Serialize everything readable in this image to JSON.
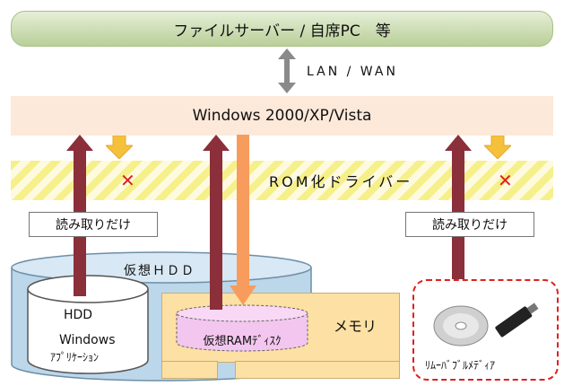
{
  "top_banner": {
    "label": "ファイルサーバー / 自席PC　等"
  },
  "network": {
    "label": "LAN / WAN"
  },
  "os_band": {
    "label": "Windows 2000/XP/Vista"
  },
  "rom_band": {
    "label": "ROM化ドライバー"
  },
  "read_only_left": {
    "label": "読み取りだけ"
  },
  "read_only_right": {
    "label": "読み取りだけ"
  },
  "virtual_hdd": {
    "label": "仮想ＨＤＤ"
  },
  "hdd": {
    "label": "HDD",
    "os_label": "Windows",
    "app_label": "ｱﾌﾟﾘｹｰｼｮﾝ"
  },
  "ram_disk": {
    "label": "仮想RAMﾃﾞｨｽｸ"
  },
  "memory": {
    "label": "メモリ"
  },
  "removable_media": {
    "label": "ﾘﾑｰﾊﾞﾌﾞﾙﾒﾃﾞｨｱ"
  },
  "colors": {
    "read_arrow": "#8b2f3a",
    "write_arrow": "#f79c5c",
    "blocked_arrow": "#f6c13a",
    "block_mark": "#e0201e"
  },
  "icons": {
    "block": "×",
    "network_link": "double-arrow",
    "removable": "cd-and-usb"
  }
}
